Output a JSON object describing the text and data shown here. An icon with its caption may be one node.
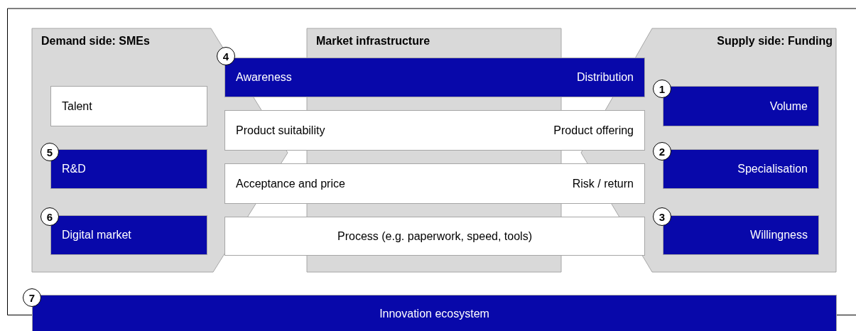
{
  "diagram": {
    "nodes": [
      {
        "text": [
          "Demand side: SMEs"
        ]
      },
      {
        "text": [
          "Market infrastructure"
        ]
      },
      {
        "text": [
          "Supply side: Funding"
        ]
      },
      {
        "text": [
          "Talent"
        ],
        "in": 0
      },
      {
        "text": [
          "R&D"
        ],
        "in": 0,
        "beside": [
          "5"
        ]
      },
      {
        "text": [
          "Digital market"
        ],
        "in": 0,
        "beside": [
          "6"
        ]
      },
      {
        "text": [
          "Awareness",
          "Distribution"
        ],
        "beside": [
          "4"
        ]
      },
      {
        "text": [
          "Product suitability",
          "Product offering"
        ]
      },
      {
        "text": [
          "Acceptance and price",
          "Risk / return"
        ]
      },
      {
        "text": [
          "Process (e.g. paperwork, speed, tools)"
        ]
      },
      {
        "text": [
          "Volume"
        ],
        "in": 2,
        "beside": [
          "1"
        ]
      },
      {
        "text": [
          "Specialisation"
        ],
        "in": 2,
        "beside": [
          "2"
        ]
      },
      {
        "text": [
          "Willingness"
        ],
        "in": 2,
        "beside": [
          "3"
        ]
      },
      {
        "text": [
          "Innovation ecosystem"
        ],
        "beside": [
          "7"
        ]
      }
    ]
  }
}
